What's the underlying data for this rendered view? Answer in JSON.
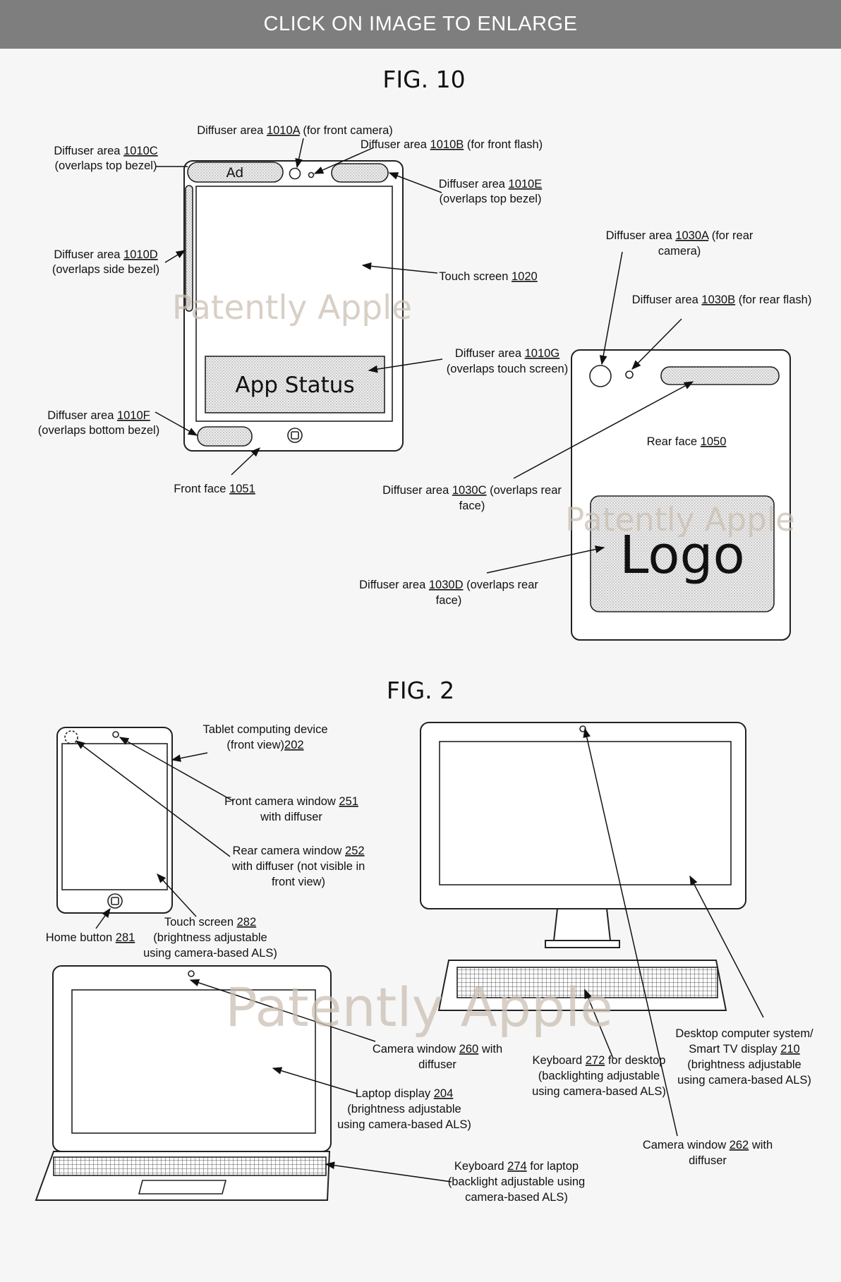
{
  "banner": {
    "text": "CLICK ON IMAGE TO ENLARGE"
  },
  "watermark": "Patently Apple",
  "fig10": {
    "title": "FIG. 10",
    "front": {
      "ad_text": "Ad",
      "app_status_text": "App Status",
      "labels": {
        "d1010a": {
          "pre": "Diffuser area ",
          "ref": "1010A",
          "post": " (for front camera)"
        },
        "d1010b": {
          "pre": "Diffuser area ",
          "ref": "1010B",
          "post": " (for front  flash)"
        },
        "d1010c": {
          "pre": "Diffuser area ",
          "ref": "1010C",
          "line2": "(overlaps top bezel)"
        },
        "d1010e": {
          "pre": "Diffuser area ",
          "ref": "1010E",
          "line2": "(overlaps top bezel)"
        },
        "d1010d": {
          "pre": "Diffuser area ",
          "ref": "1010D",
          "line2": "(overlaps side bezel)"
        },
        "touch1020": {
          "pre": "Touch screen ",
          "ref": "1020"
        },
        "d1010g": {
          "pre": "Diffuser area ",
          "ref": "1010G",
          "line2": "(overlaps touch screen)"
        },
        "d1010f": {
          "pre": "Diffuser area ",
          "ref": "1010F",
          "line2": "(overlaps bottom bezel)"
        },
        "front1051": {
          "pre": "Front face ",
          "ref": "1051"
        }
      }
    },
    "rear": {
      "logo_text": "Logo",
      "labels": {
        "d1030a": {
          "pre": "Diffuser area ",
          "ref": "1030A",
          "post": " (for rear",
          "line2": "camera)"
        },
        "d1030b": {
          "pre": "Diffuser area ",
          "ref": "1030B",
          "post": " (for rear flash)"
        },
        "rear1050": {
          "pre": "Rear face ",
          "ref": "1050"
        },
        "d1030c": {
          "pre": "Diffuser area ",
          "ref": "1030C",
          "post": " (overlaps rear",
          "line2": "face)"
        },
        "d1030d": {
          "pre": "Diffuser area ",
          "ref": "1030D",
          "post": " (overlaps rear",
          "line2": "face)"
        }
      }
    }
  },
  "fig2": {
    "title": "FIG. 2",
    "labels": {
      "tablet202": {
        "line1": "Tablet computing device",
        "pre": "(front view)",
        "ref": "202"
      },
      "front251": {
        "pre": "Front camera window  ",
        "ref": "251",
        "line2": "with diffuser"
      },
      "rear252": {
        "pre": "Rear camera window  ",
        "ref": "252",
        "line2": "with diffuser (not visible in",
        "line3": "front view)"
      },
      "touch282": {
        "pre": "Touch screen ",
        "ref": "282",
        "line2": "(brightness adjustable",
        "line3": "using camera-based ALS)"
      },
      "home281": {
        "pre": "Home button ",
        "ref": "281"
      },
      "cam260": {
        "pre": "Camera window ",
        "ref": "260",
        "post": " with",
        "line2": "diffuser"
      },
      "laptop204": {
        "pre": "Laptop display ",
        "ref": "204",
        "line2": "(brightness adjustable",
        "line3": "using camera-based ALS)"
      },
      "kb274": {
        "pre": "Keyboard ",
        "ref": "274",
        "post": " for laptop",
        "line2": "(backlight adjustable using",
        "line3": "camera-based ALS)"
      },
      "kb272": {
        "pre": "Keyboard ",
        "ref": "272",
        "post": " for desktop",
        "line2": "(backlighting adjustable",
        "line3": "using camera-based ALS)"
      },
      "desk210": {
        "line1": "Desktop computer system/",
        "pre": "Smart TV display ",
        "ref": "210",
        "line2": "(brightness adjustable",
        "line3": "using camera-based ALS)"
      },
      "cam262": {
        "pre": "Camera window ",
        "ref": "262",
        "post": " with",
        "line2": "diffuser"
      }
    }
  }
}
